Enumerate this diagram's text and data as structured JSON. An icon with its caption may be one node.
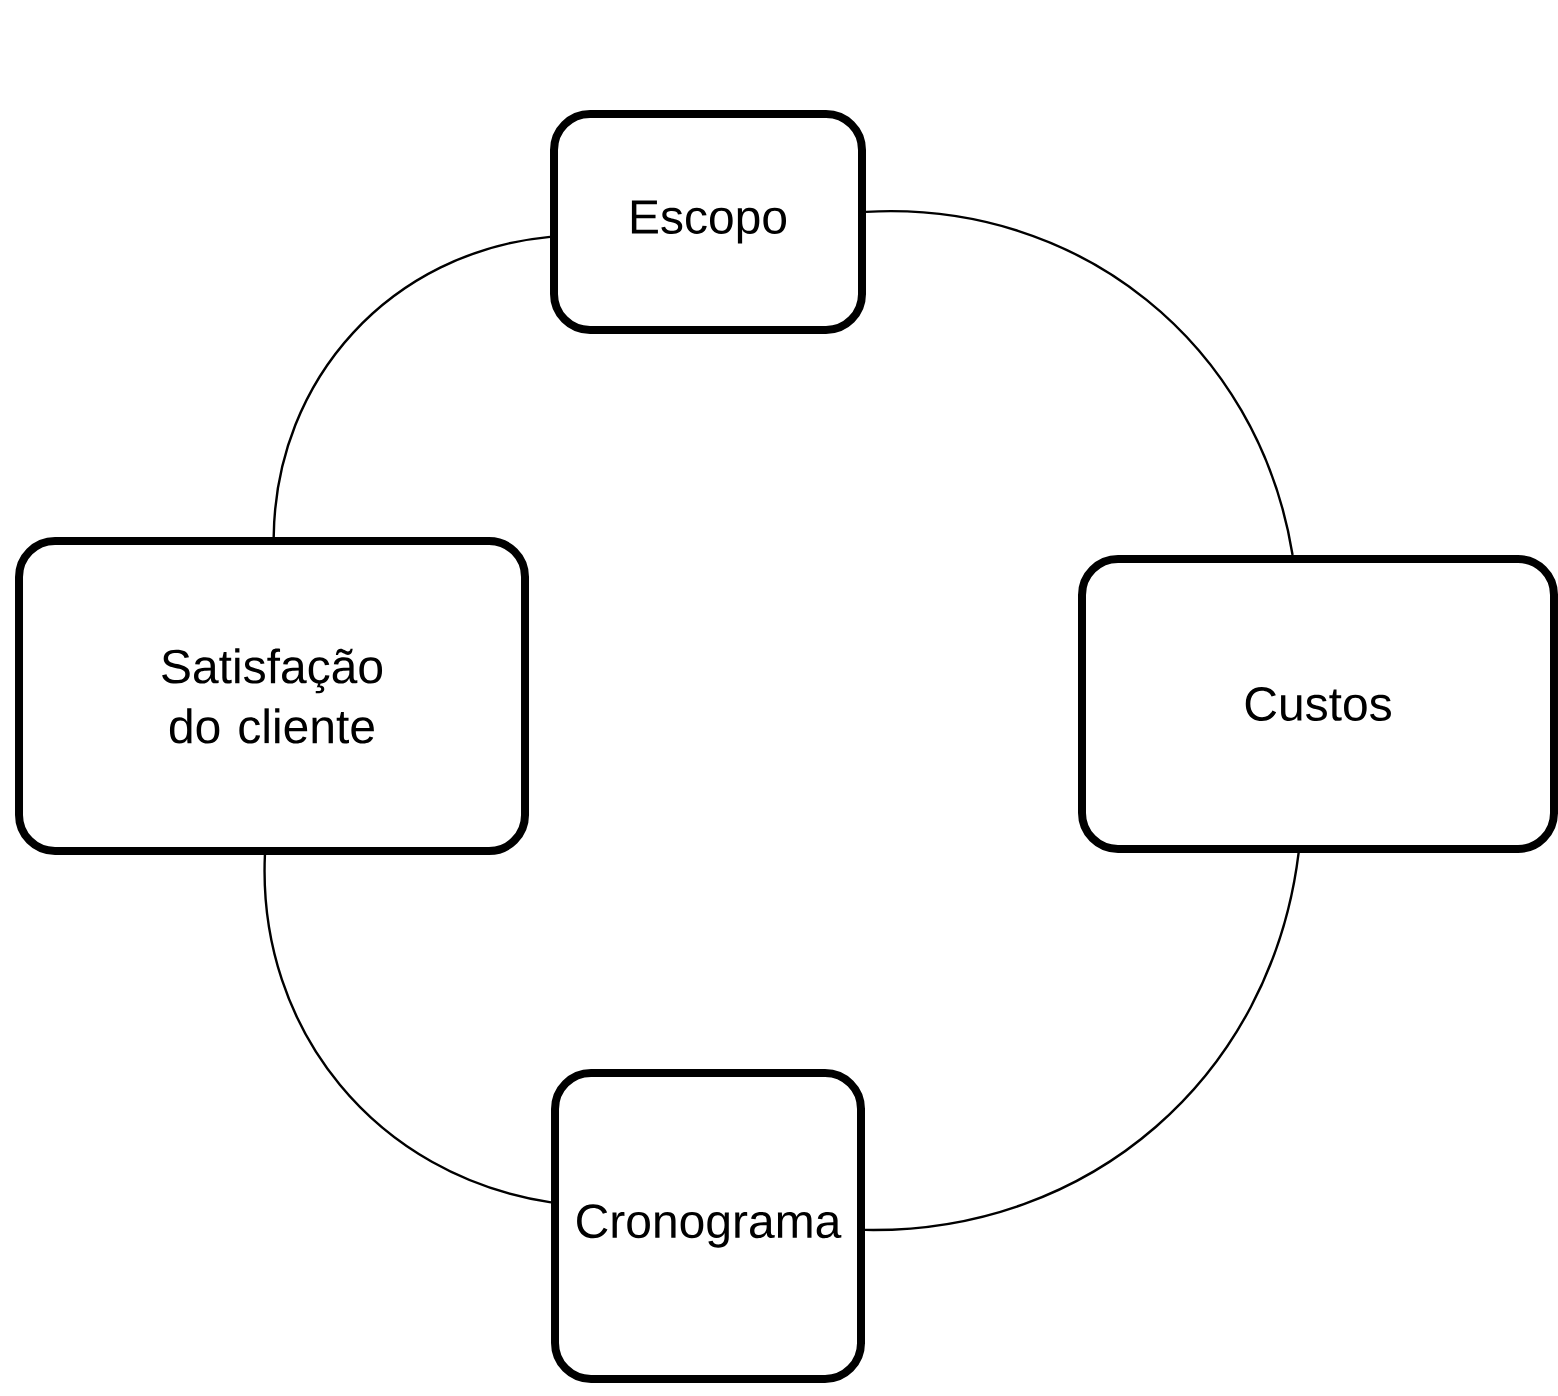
{
  "diagram": {
    "nodes": [
      {
        "text": [
          "Escopo"
        ]
      },
      {
        "text": [
          "Satisfação do cliente"
        ]
      },
      {
        "text": [
          "Custos"
        ]
      },
      {
        "text": [
          "Cronograma"
        ]
      }
    ],
    "edges": [
      {
        "from": 0,
        "to": 2,
        "arrow": "none"
      },
      {
        "from": 2,
        "to": 3,
        "arrow": "none"
      },
      {
        "from": 3,
        "to": 1,
        "arrow": "none"
      },
      {
        "from": 1,
        "to": 0,
        "arrow": "none"
      }
    ]
  }
}
